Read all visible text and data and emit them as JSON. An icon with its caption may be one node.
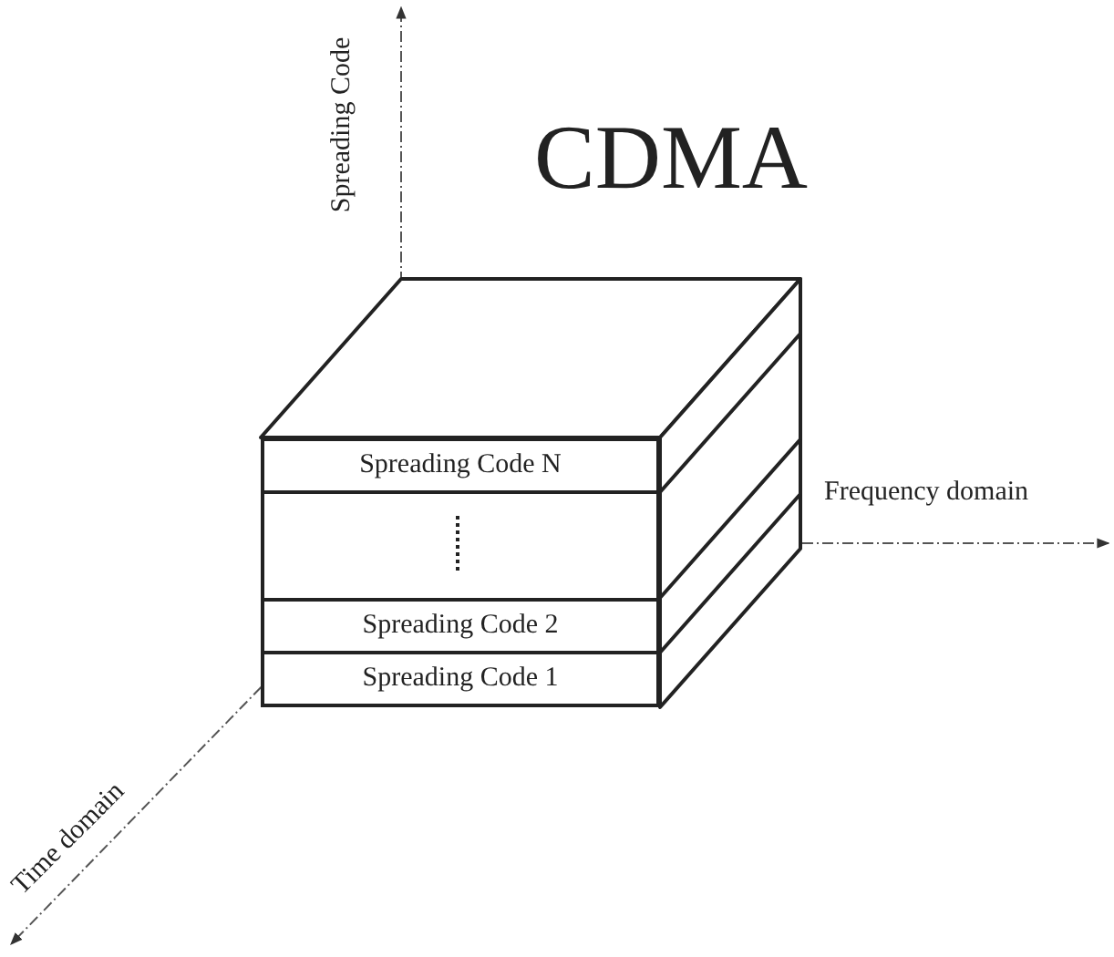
{
  "diagram": {
    "title": "CDMA",
    "nodes": [
      {
        "text": [
          "Spreading Code N"
        ]
      },
      {
        "text": [],
        "shape": "box"
      },
      {
        "text": [
          "Spreading Code 2"
        ]
      },
      {
        "text": [
          "Spreading Code 1"
        ]
      }
    ],
    "edges": [],
    "labels": [
      "Spreading Code",
      "Frequency domain",
      "Time domain"
    ]
  }
}
